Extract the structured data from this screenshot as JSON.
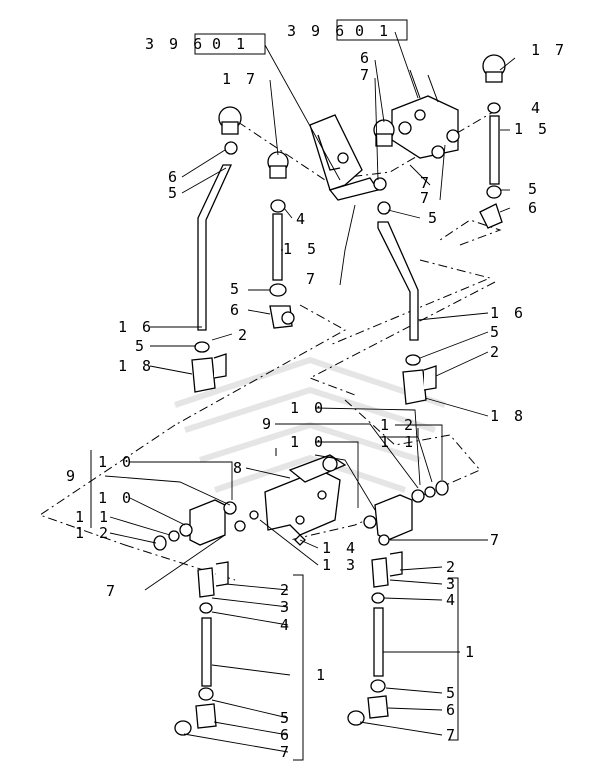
{
  "ref_boxes": [
    {
      "prefix": "3 9 6",
      "code": "0 1"
    },
    {
      "prefix": "3 9 6",
      "code": "0 1"
    }
  ],
  "labels": {
    "l17a": "1 7",
    "l17b": "1 7",
    "l6a": "6",
    "l7a": "7",
    "l6b": "6",
    "l5a": "5",
    "l4a": "4",
    "l15a": "1 5",
    "l4b": "4",
    "l15b": "1 5",
    "l7b": "7",
    "l7c": "7",
    "l5b": "5",
    "l5c": "5",
    "l6c": "6",
    "l5d": "5",
    "l6d": "6",
    "l7d": "7",
    "l16a": "1 6",
    "l2a": "2",
    "l5e": "5",
    "l18a": "1 8",
    "l16b": "1 6",
    "l5f": "5",
    "l2b": "2",
    "l18b": "1 8",
    "l10a": "1 0",
    "l9a": "9",
    "l12a": "1 2",
    "l10b": "1 0",
    "l11a": "1 1",
    "l10c": "1 0",
    "l9b": "9",
    "l8a": "8",
    "l10d": "1 0",
    "l11b": "1 1",
    "l12b": "1 2",
    "l7e": "7",
    "l14a": "1 4",
    "l13a": "1 3",
    "l7f": "7",
    "l2c": "2",
    "l3a": "3",
    "l4c": "4",
    "l2d": "2",
    "l3b": "3",
    "l4d": "4",
    "l1a": "1",
    "l1b": "1",
    "l5g": "5",
    "l6e": "6",
    "l7g": "7",
    "l5h": "5",
    "l6f": "6",
    "l7h": "7"
  }
}
